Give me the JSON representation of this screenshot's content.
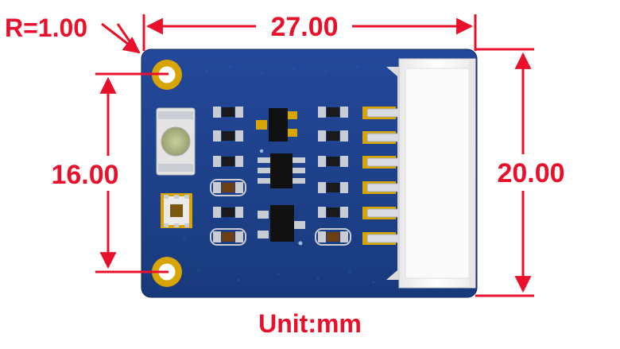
{
  "dimensions": {
    "radius_label": "R=1.00",
    "width_label": "27.00",
    "hole_spacing_label": "16.00",
    "height_label": "20.00"
  },
  "unit_label": "Unit:mm",
  "colors": {
    "dimension": "#e8102a",
    "board": "#1f3f86",
    "board_dark": "#16306a",
    "gold": "#d8a400",
    "chip": "#111111",
    "connector": "#f2f2f2",
    "pad_silver": "#c9ccd2",
    "component_brown": "#6b3f13"
  },
  "icons": {
    "board": "pcb-board-icon",
    "connector": "connector-icon",
    "mounting_hole": "mounting-hole-icon"
  }
}
